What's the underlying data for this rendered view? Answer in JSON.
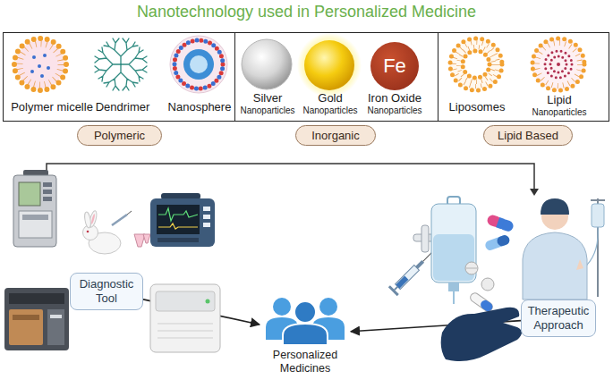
{
  "diagram": {
    "title": "Nanotechnology used in Personalized Medicine",
    "nodes": [
      {
        "text": [
          "Polymer micelle",
          "Dendrimer",
          "Nanosphere"
        ]
      },
      {
        "text": [
          "Silver Nanoparticles",
          "Gold Nanoparticles",
          "Iron Oxide Nanoparticles"
        ]
      },
      {
        "text": [
          "Fe"
        ],
        "in": 1
      },
      {
        "text": [
          "Liposomes",
          "Lipid Nanoparticles"
        ]
      },
      {
        "text": [
          "Polymeric"
        ]
      },
      {
        "text": [
          "Inorganic"
        ]
      },
      {
        "text": [
          "Lipid Based"
        ]
      },
      {
        "text": [
          "Diagnostic Tool"
        ]
      },
      {
        "text": [
          "Personalized Medicines"
        ]
      },
      {
        "text": [
          "Therapeutic Approach"
        ]
      }
    ],
    "edges": [
      {
        "from": 7,
        "to": 8,
        "arrow": "to"
      },
      {
        "from": 9,
        "to": 8,
        "arrow": "to"
      }
    ]
  }
}
